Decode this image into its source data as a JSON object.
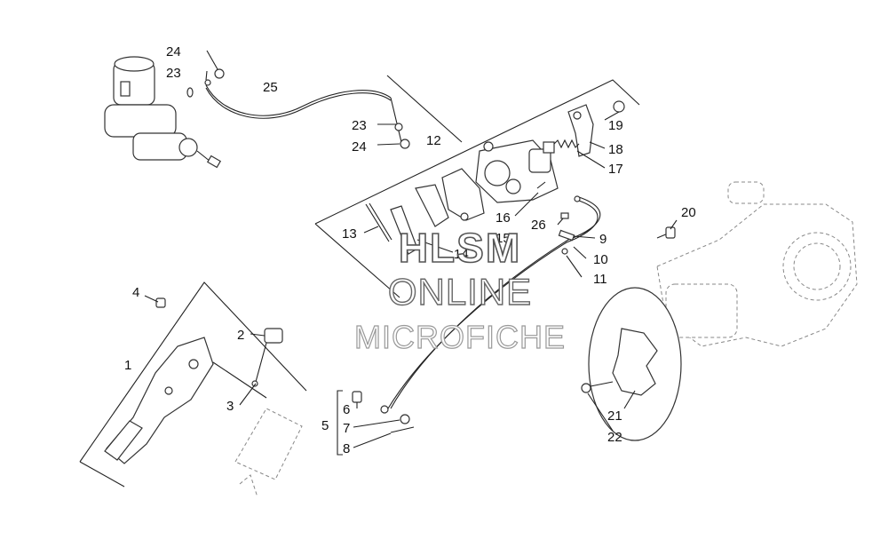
{
  "diagram": {
    "callouts": [
      {
        "id": "c24a",
        "text": "24"
      },
      {
        "id": "c23a",
        "text": "23"
      },
      {
        "id": "c25",
        "text": "25"
      },
      {
        "id": "c23b",
        "text": "23"
      },
      {
        "id": "c24b",
        "text": "24"
      },
      {
        "id": "c12",
        "text": "12"
      },
      {
        "id": "c19",
        "text": "19"
      },
      {
        "id": "c18",
        "text": "18"
      },
      {
        "id": "c17",
        "text": "17"
      },
      {
        "id": "c13",
        "text": "13"
      },
      {
        "id": "c14",
        "text": "14"
      },
      {
        "id": "c16",
        "text": "16"
      },
      {
        "id": "c15",
        "text": "15"
      },
      {
        "id": "c26",
        "text": "26"
      },
      {
        "id": "c9",
        "text": "9"
      },
      {
        "id": "c10",
        "text": "10"
      },
      {
        "id": "c11",
        "text": "11"
      },
      {
        "id": "c20",
        "text": "20"
      },
      {
        "id": "c4",
        "text": "4"
      },
      {
        "id": "c2",
        "text": "2"
      },
      {
        "id": "c1",
        "text": "1"
      },
      {
        "id": "c3",
        "text": "3"
      },
      {
        "id": "c6",
        "text": "6"
      },
      {
        "id": "c5",
        "text": "5"
      },
      {
        "id": "c7",
        "text": "7"
      },
      {
        "id": "c8",
        "text": "8"
      },
      {
        "id": "c21",
        "text": "21"
      },
      {
        "id": "c22",
        "text": "22"
      }
    ],
    "watermark": {
      "line1": "HLSM",
      "line2": "ONLINE",
      "line3": "MICROFICHE"
    }
  }
}
